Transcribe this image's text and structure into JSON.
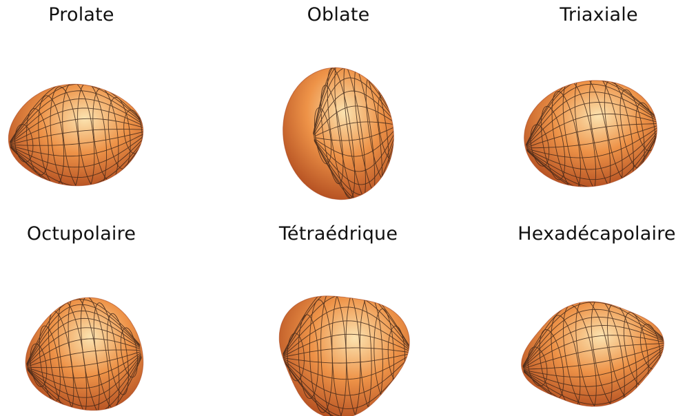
{
  "shapes": [
    {
      "id": "prolate",
      "label": "Prolate"
    },
    {
      "id": "oblate",
      "label": "Oblate"
    },
    {
      "id": "triaxial",
      "label": "Triaxiale"
    },
    {
      "id": "octupole",
      "label": "Octupolaire"
    },
    {
      "id": "tetrahedral",
      "label": "Tétraédrique"
    },
    {
      "id": "hexadecapole",
      "label": "Hexadécapolaire"
    }
  ],
  "colors": {
    "surface_light": "#fbe3b0",
    "surface_mid": "#ee9348",
    "surface_dark": "#a9431a",
    "grid": "#3a2418"
  }
}
